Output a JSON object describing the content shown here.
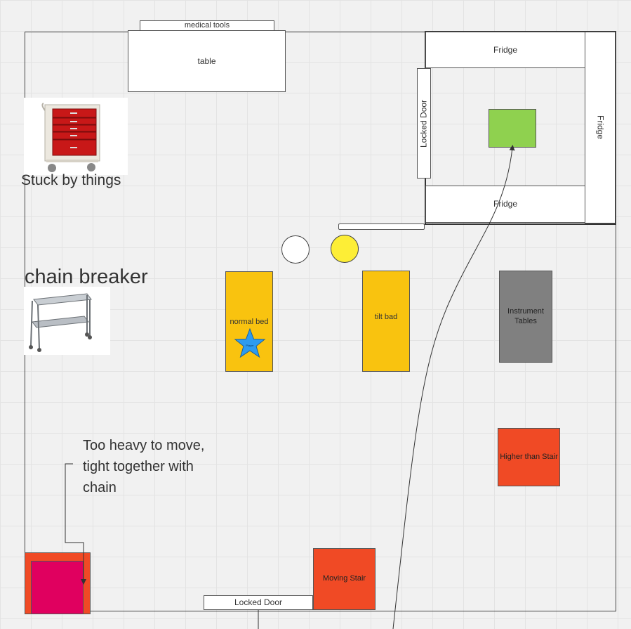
{
  "labels": {
    "medical_tools": "medical tools",
    "table": "table",
    "fridge_top": "Fridge",
    "fridge_right": "Fridge",
    "fridge_bottom": "Fridge",
    "locked_door_upper": "Locked Door",
    "locked_door_bottom": "Locked Door",
    "normal_bed": "normal bed",
    "tilt_bed": "tilt bad",
    "instrument_tables": "Instrument Tables",
    "higher_than_stair": "Higher than Stair",
    "moving_stair": "Moving Stair",
    "star_text": "Player"
  },
  "notes": {
    "stuck": "Stuck by things",
    "chain_breaker": "chain breaker",
    "too_heavy": "Too heavy to move, tight  together with chain"
  },
  "colors": {
    "bed_yellow": "#f9c30f",
    "instrument_gray": "#808080",
    "red_orange": "#f04a25",
    "magenta": "#e0005f",
    "green": "#8fd14f",
    "star_blue": "#2d9bf0",
    "yellow_circle": "#fdee36"
  },
  "icons": {
    "red_cart": "medical-drawer-cart-icon",
    "steel_cart": "stainless-instrument-trolley-icon"
  }
}
